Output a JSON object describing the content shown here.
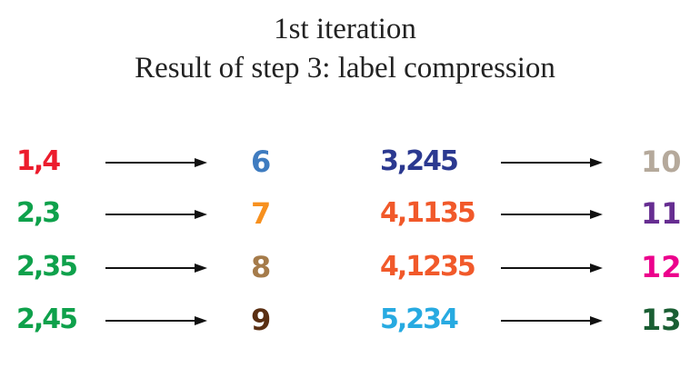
{
  "title": {
    "line1": "1st iteration",
    "line2": "Result of step 3: label compression"
  },
  "mappings_left": [
    {
      "label": "1,4",
      "label_color": "#ec1c2d",
      "result": "6",
      "result_color": "#3f7cc0"
    },
    {
      "label": "2,3",
      "label_color": "#0ea14b",
      "result": "7",
      "result_color": "#f7901e"
    },
    {
      "label": "2,35",
      "label_color": "#0ea14b",
      "result": "8",
      "result_color": "#a57b4a"
    },
    {
      "label": "2,45",
      "label_color": "#0ea14b",
      "result": "9",
      "result_color": "#5a2f12"
    }
  ],
  "mappings_right": [
    {
      "label": "3,245",
      "label_color": "#2b3990",
      "result": "10",
      "result_color": "#b5a99b"
    },
    {
      "label": "4,1135",
      "label_color": "#f1592a",
      "result": "11",
      "result_color": "#662d91"
    },
    {
      "label": "4,1235",
      "label_color": "#f1592a",
      "result": "12",
      "result_color": "#ec008c"
    },
    {
      "label": "5,234",
      "label_color": "#27aae1",
      "result": "13",
      "result_color": "#1a5e33"
    }
  ],
  "arrow_color": "#111111"
}
